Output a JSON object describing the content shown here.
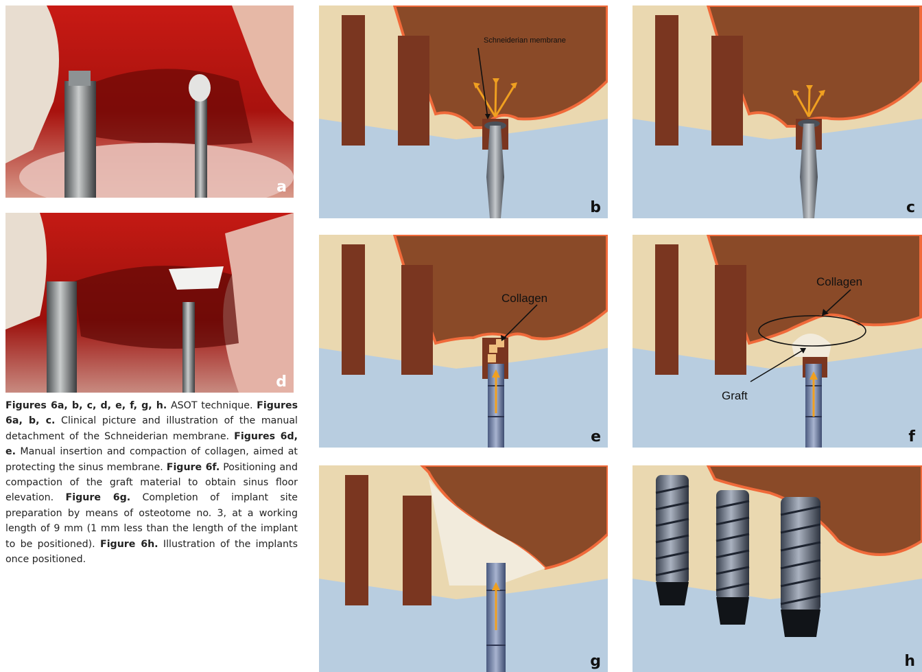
{
  "panels": {
    "a": {
      "label": "a"
    },
    "b": {
      "label": "b",
      "annotation": "Schneiderian membrane"
    },
    "c": {
      "label": "c"
    },
    "d": {
      "label": "d"
    },
    "e": {
      "label": "e",
      "annotation": "Collagen"
    },
    "f": {
      "label": "f",
      "annotation_top": "Collagen",
      "annotation_bottom": "Graft"
    },
    "g": {
      "label": "g"
    },
    "h": {
      "label": "h"
    }
  },
  "caption": [
    {
      "bold": "Figures 6a, b, c, d, e, f, g, h.",
      "text": " ASOT technique. "
    },
    {
      "bold": "Figures 6a, b, c.",
      "text": " Clinical picture and illustration of the manual detachment of the Schneiderian membrane. "
    },
    {
      "bold": "Figures 6d, e.",
      "text": " Manual insertion and compaction of collagen, aimed at protecting the sinus membrane. "
    },
    {
      "bold": "Figure 6f.",
      "text": " Positioning and compaction of the graft material to obtain sinus floor elevation. "
    },
    {
      "bold": "Figure 6g.",
      "text": " Completion of implant site preparation by means of osteotome no. 3, at a working length of 9 mm (1 mm less than the length of the implant to be positioned). "
    },
    {
      "bold": "Figure 6h.",
      "text": " Illustration of the implants once positioned."
    }
  ]
}
